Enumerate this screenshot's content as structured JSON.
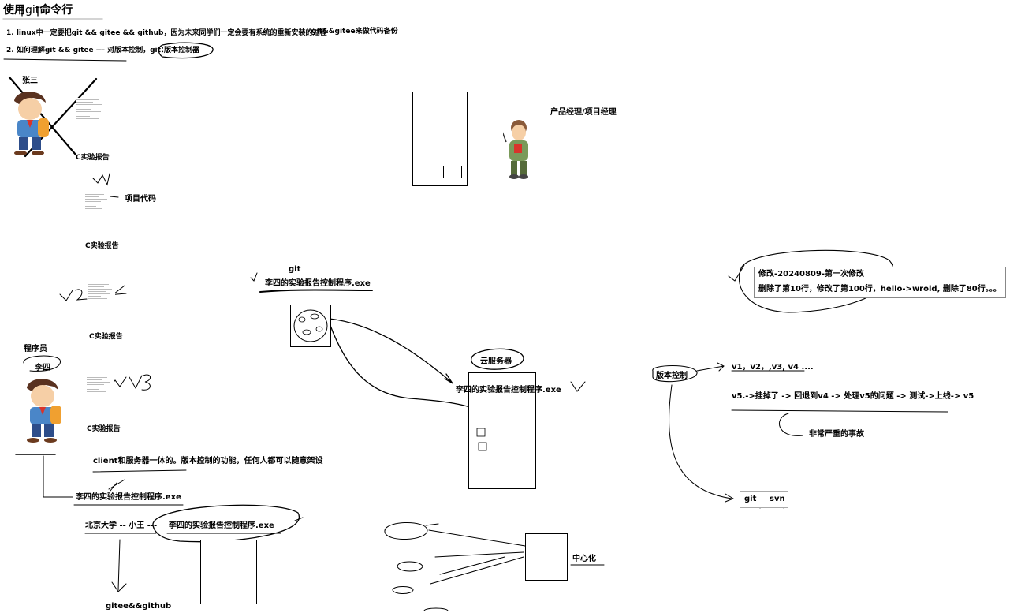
{
  "title": {
    "prefix": "使用",
    "highlight": "git",
    "suffix": "命令行"
  },
  "notes": {
    "line1": "1. linux中一定要把git && gitee && github，因为未来同学们一定会要有系统的重新安装的过程",
    "line1_side": "git&&gitee来做代码备份",
    "line2_prefix": "2. 如何理解git  && gitee  --- 对版本控制，git：",
    "line2_box": "版本控制器"
  },
  "zhangsan": {
    "name": "张三",
    "report": "C实验报告"
  },
  "project": {
    "label": "项目代码",
    "report": "C实验报告",
    "v1": "v1"
  },
  "v2": {
    "report": "C实验报告",
    "mark": "v2"
  },
  "programmer": {
    "role": "程序员",
    "name": "李四",
    "report": "C实验报告",
    "mark": "V3"
  },
  "manager": {
    "label": "产品经理/项目经理"
  },
  "git_block": {
    "git": "git",
    "program": "李四的实验报告控制程序.exe"
  },
  "cloud": {
    "label": "云服务器",
    "program": "李四的实验报告控制程序.exe"
  },
  "client_note": "client和服务器一体的。版本控制的功能，任何人都可以随意架设",
  "lisi_program": "李四的实验报告控制程序.exe",
  "peking": {
    "who": "北京大学 -- 小王  ---",
    "program": "李四的实验报告控制程序.exe"
  },
  "gitee_github": "gitee&&github",
  "central": "中心化",
  "commit": {
    "line1": "修改-20240809-第一次修改",
    "line2": "删除了第10行，修改了第100行，hello->wrold, 删除了80行。。。"
  },
  "version": {
    "label": "版本控制",
    "list": "v1，v2，,v3, v4 ....",
    "flow": "v5.->挂掉了 -> 回退到v4  -> 处理v5的问题 -> 测试->上线-> v5",
    "accident": "非常严重的事故",
    "git": "git",
    "svn": "svn"
  }
}
